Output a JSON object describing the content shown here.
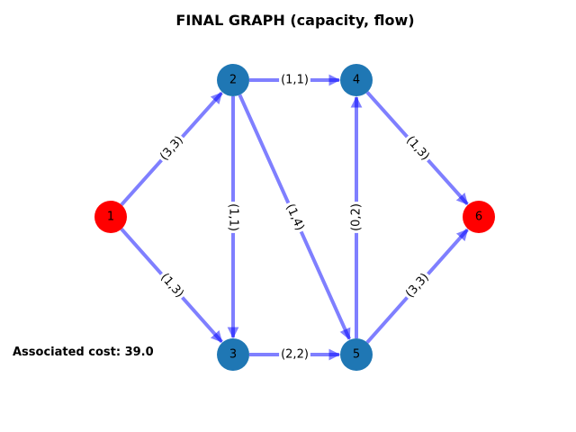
{
  "graph": {
    "title": "FINAL GRAPH (capacity, flow)",
    "cost_text": "Associated cost: 39.0",
    "colors": {
      "edge": "#0000ff",
      "node_default": "#1f77b4",
      "node_terminal": "#ff0000"
    },
    "nodes": [
      {
        "id": "1",
        "label": "1",
        "color": "#ff0000"
      },
      {
        "id": "2",
        "label": "2",
        "color": "#1f77b4"
      },
      {
        "id": "3",
        "label": "3",
        "color": "#1f77b4"
      },
      {
        "id": "4",
        "label": "4",
        "color": "#1f77b4"
      },
      {
        "id": "5",
        "label": "5",
        "color": "#1f77b4"
      },
      {
        "id": "6",
        "label": "6",
        "color": "#ff0000"
      }
    ],
    "edges": [
      {
        "from": "1",
        "to": "2",
        "label": "(3,3)"
      },
      {
        "from": "1",
        "to": "3",
        "label": "(1,3)"
      },
      {
        "from": "2",
        "to": "4",
        "label": "(1,1)"
      },
      {
        "from": "2",
        "to": "3",
        "label": "(1,1)"
      },
      {
        "from": "2",
        "to": "5",
        "label": "(1,4)"
      },
      {
        "from": "3",
        "to": "5",
        "label": "(2,2)"
      },
      {
        "from": "5",
        "to": "4",
        "label": "(0,2)"
      },
      {
        "from": "4",
        "to": "6",
        "label": "(1,3)"
      },
      {
        "from": "5",
        "to": "6",
        "label": "(3,3)"
      }
    ]
  }
}
